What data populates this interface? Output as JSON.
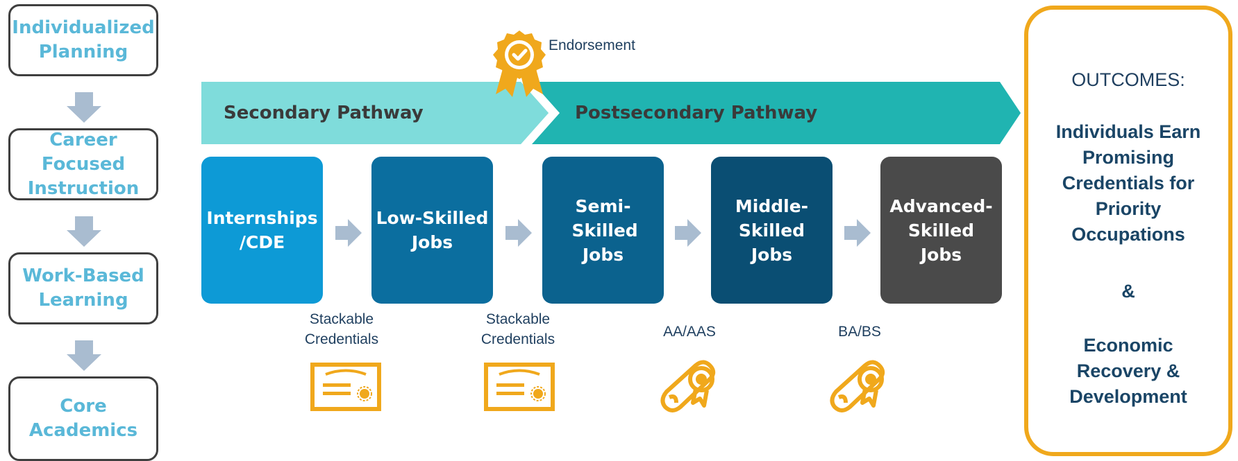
{
  "left_steps": [
    {
      "label": "Individualized Planning"
    },
    {
      "label": "Career Focused Instruction"
    },
    {
      "label": "Work-Based Learning"
    },
    {
      "label": "Core Academics"
    }
  ],
  "endorsement": {
    "label": "Endorsement",
    "icon": "award-ribbon-icon"
  },
  "pathway": {
    "secondary": "Secondary Pathway",
    "postsecondary": "Postsecondary Pathway"
  },
  "jobs": [
    {
      "label": "Internships /CDE",
      "color": "#0d9ad6"
    },
    {
      "label": "Low-Skilled Jobs",
      "color": "#0b6e9f"
    },
    {
      "label": "Semi-Skilled Jobs",
      "color": "#0b628e"
    },
    {
      "label": "Middle-Skilled Jobs",
      "color": "#0a4e73"
    },
    {
      "label": "Advanced-Skilled Jobs",
      "color": "#4a4a4a"
    }
  ],
  "credentials": [
    {
      "label": "Stackable Credentials",
      "icon": "certificate-icon"
    },
    {
      "label": "Stackable Credentials",
      "icon": "certificate-icon"
    },
    {
      "label": "AA/AAS",
      "icon": "diploma-icon"
    },
    {
      "label": "BA/BS",
      "icon": "diploma-icon"
    }
  ],
  "outcomes": {
    "title": "OUTCOMES:",
    "line1": "Individuals Earn Promising Credentials for Priority Occupations",
    "amp": "&",
    "line2": "Economic Recovery & Development"
  },
  "colors": {
    "accent_gold": "#f0a81c",
    "banner_light": "#7fdcdb",
    "banner_dark": "#20b4b1",
    "left_text": "#5ab8d8",
    "arrow_gray": "#a9bcd0"
  }
}
